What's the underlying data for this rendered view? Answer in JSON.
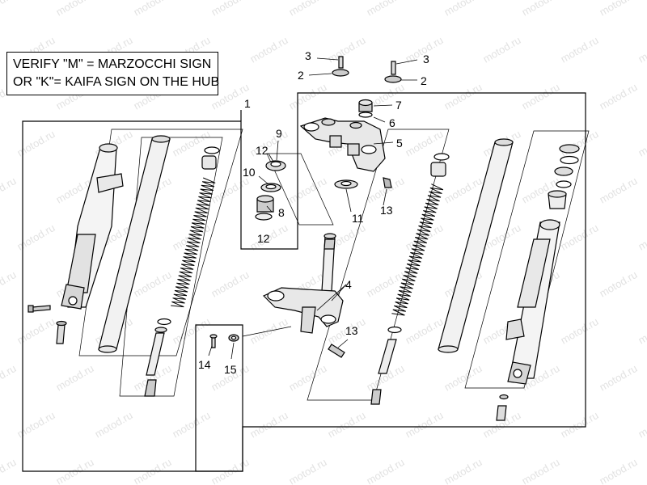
{
  "note": {
    "line1": "VERIFY \"M\" = MARZOCCHI SIGN",
    "line2": "OR \"K\"= KAIFA SIGN ON THE HUB"
  },
  "callouts": {
    "c1": "1",
    "c2a": "2",
    "c2b": "2",
    "c3a": "3",
    "c3b": "3",
    "c4": "4",
    "c5": "5",
    "c6": "6",
    "c7": "7",
    "c8": "8",
    "c9": "9",
    "c10": "10",
    "c11": "11",
    "c12a": "12",
    "c12b": "12",
    "c13a": "13",
    "c13b": "13",
    "c14": "14",
    "c15": "15"
  },
  "watermark": "motod.ru"
}
